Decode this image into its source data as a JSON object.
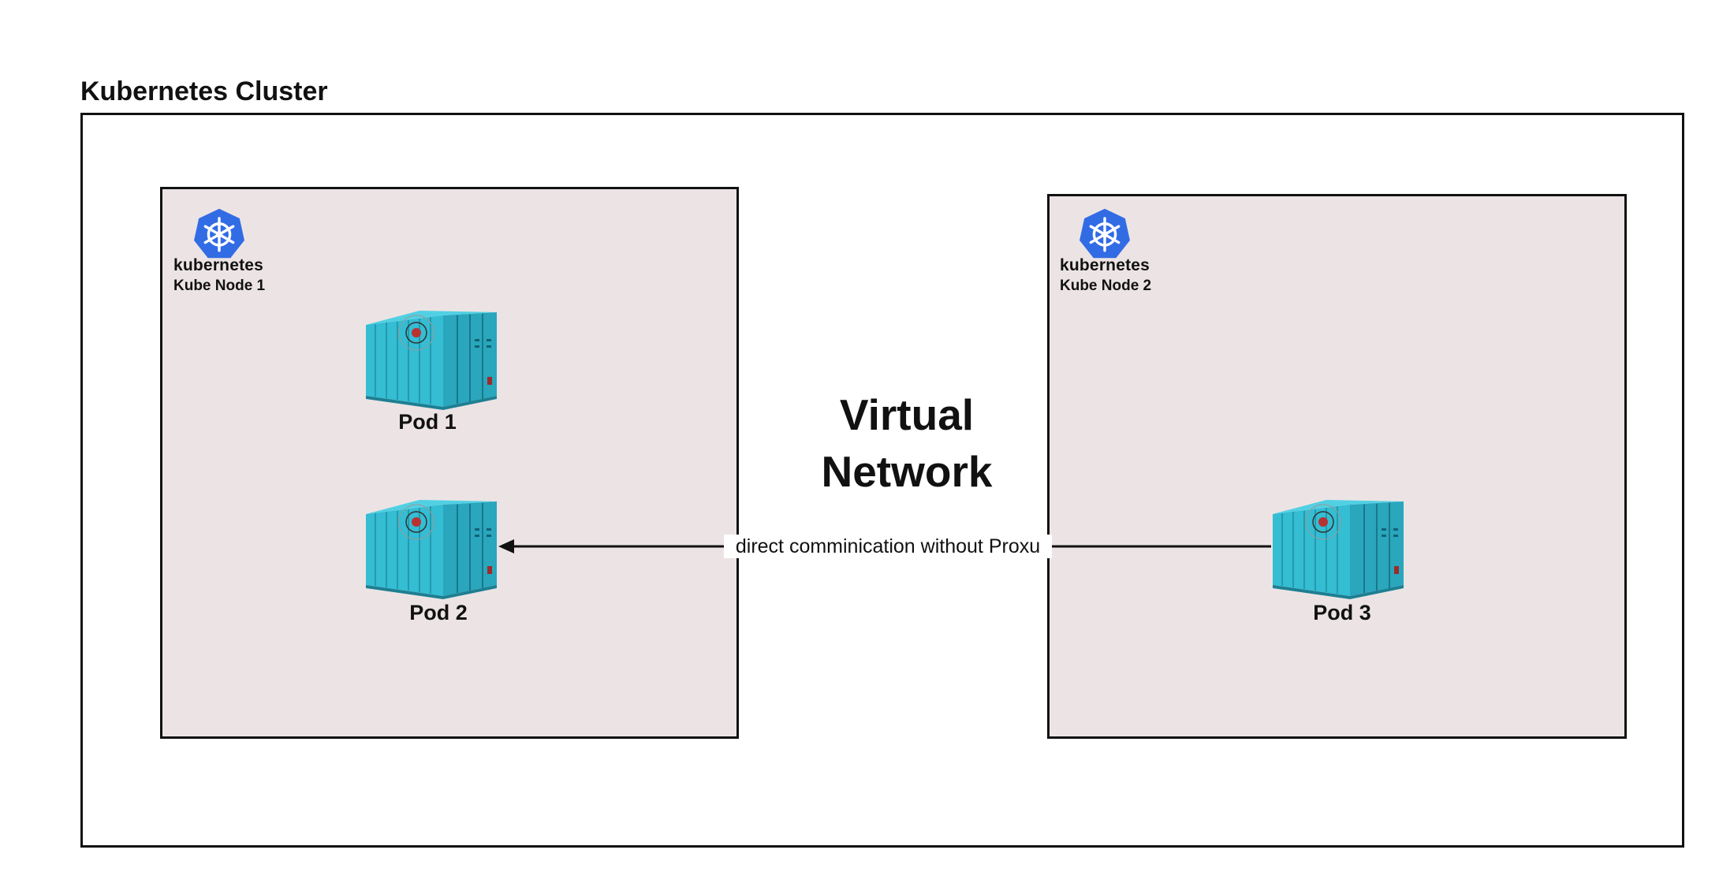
{
  "cluster": {
    "title": "Kubernetes Cluster"
  },
  "nodes": [
    {
      "logo_icon": "kubernetes-helm-wheel-icon",
      "wordmark": "kubernetes",
      "label": "Kube Node 1",
      "pods": [
        "Pod 1",
        "Pod 2"
      ]
    },
    {
      "logo_icon": "kubernetes-helm-wheel-icon",
      "wordmark": "kubernetes",
      "label": "Kube Node 2",
      "pods": [
        "Pod 3"
      ]
    }
  ],
  "network": {
    "line1": "Virtual",
    "line2": "Network"
  },
  "connection": {
    "from": "Pod 3",
    "to": "Pod 2",
    "label": "direct comminication without Proxu"
  },
  "icons": {
    "pod_icon": "shipping-container-icon"
  },
  "colors": {
    "node_fill": "#ece4e4",
    "border": "#111111",
    "k8s_blue": "#326ce5",
    "container_teal": "#2fb3c9"
  }
}
